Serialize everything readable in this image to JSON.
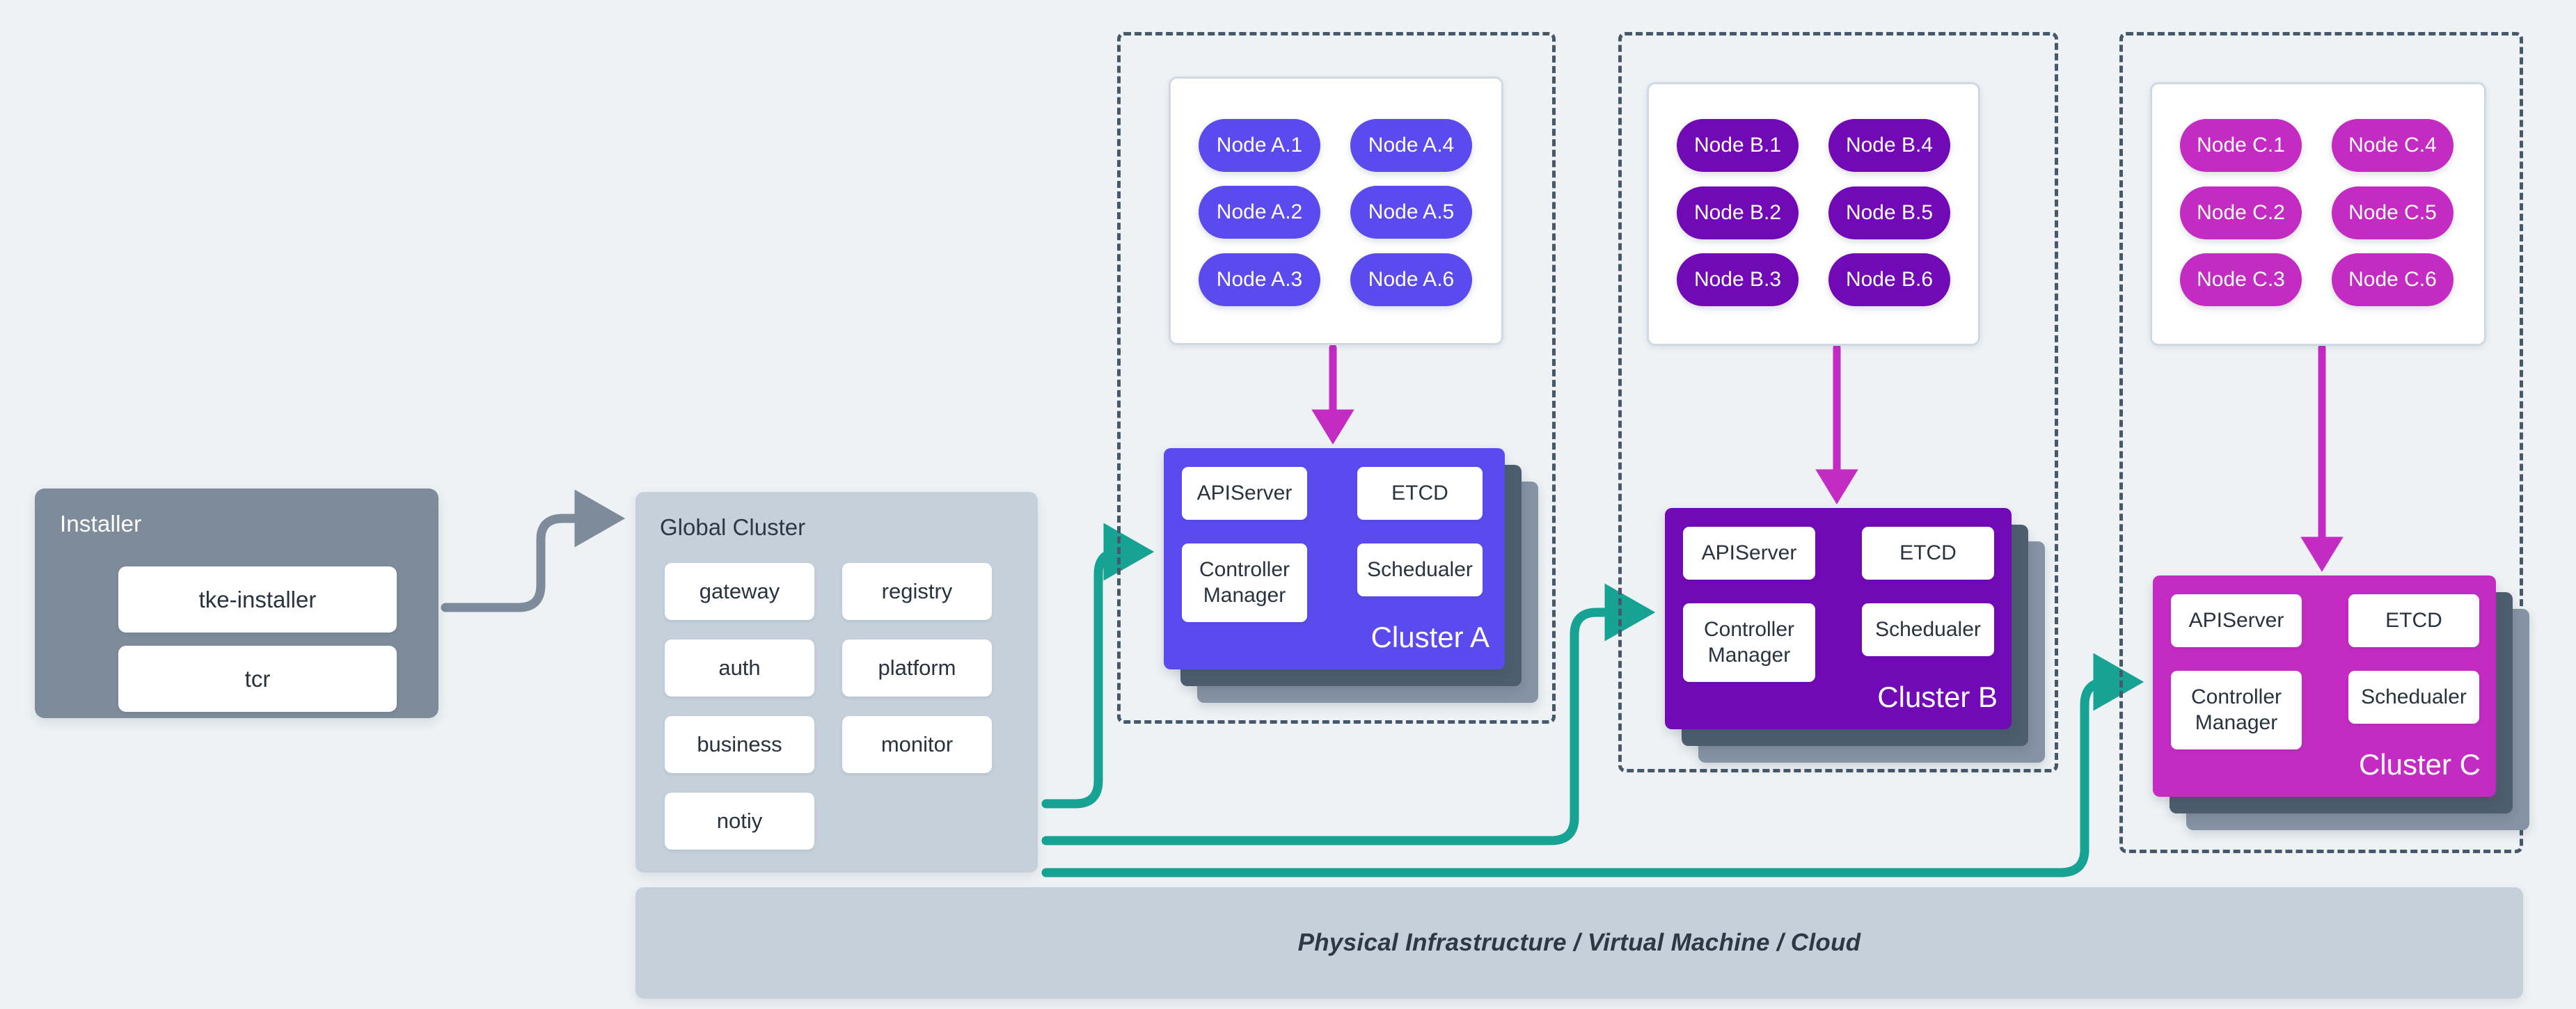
{
  "installer": {
    "title": "Installer",
    "items": [
      "tke-installer",
      "tcr"
    ]
  },
  "global_cluster": {
    "title": "Global Cluster",
    "components_left": [
      "gateway",
      "auth",
      "business",
      "notiy"
    ],
    "components_right": [
      "registry",
      "platform",
      "monitor"
    ]
  },
  "clusters": [
    {
      "name": "Cluster A",
      "nodes_left": [
        "Node A.1",
        "Node A.2",
        "Node A.3"
      ],
      "nodes_right": [
        "Node A.4",
        "Node A.5",
        "Node A.6"
      ],
      "control_plane": {
        "apiserver": "APIServer",
        "etcd": "ETCD",
        "controller_manager_line1": "Controller",
        "controller_manager_line2": "Manager",
        "scheduler": "Schedualer"
      },
      "colors": {
        "node_pill": "#5b4bee",
        "control_plane": "#5b4bee",
        "arrow": "#c32bc3"
      }
    },
    {
      "name": "Cluster B",
      "nodes_left": [
        "Node B.1",
        "Node B.2",
        "Node B.3"
      ],
      "nodes_right": [
        "Node B.4",
        "Node B.5",
        "Node B.6"
      ],
      "control_plane": {
        "apiserver": "APIServer",
        "etcd": "ETCD",
        "controller_manager_line1": "Controller",
        "controller_manager_line2": "Manager",
        "scheduler": "Schedualer"
      },
      "colors": {
        "node_pill": "#7209b7",
        "control_plane": "#7209b7",
        "arrow": "#c32bc3"
      }
    },
    {
      "name": "Cluster C",
      "nodes_left": [
        "Node C.1",
        "Node C.2",
        "Node C.3"
      ],
      "nodes_right": [
        "Node C.4",
        "Node C.5",
        "Node C.6"
      ],
      "control_plane": {
        "apiserver": "APIServer",
        "etcd": "ETCD",
        "controller_manager_line1": "Controller",
        "controller_manager_line2": "Manager",
        "scheduler": "Schedualer"
      },
      "colors": {
        "node_pill": "#c32bc3",
        "control_plane": "#c32bc3",
        "arrow": "#c32bc3"
      }
    }
  ],
  "infrastructure": {
    "label": "Physical Infrastructure / Virtual Machine / Cloud"
  },
  "palette": {
    "background": "#eef2f5",
    "installer_panel": "#7d8b9a",
    "global_cluster_panel": "#c5d0da",
    "infra_panel": "#c5d0da",
    "dashed_border": "#46586b",
    "connector_teal": "#16a394",
    "connector_gray": "#7d8b9a",
    "arrow_magenta": "#c32bc3",
    "chip_text": "#28333f"
  }
}
